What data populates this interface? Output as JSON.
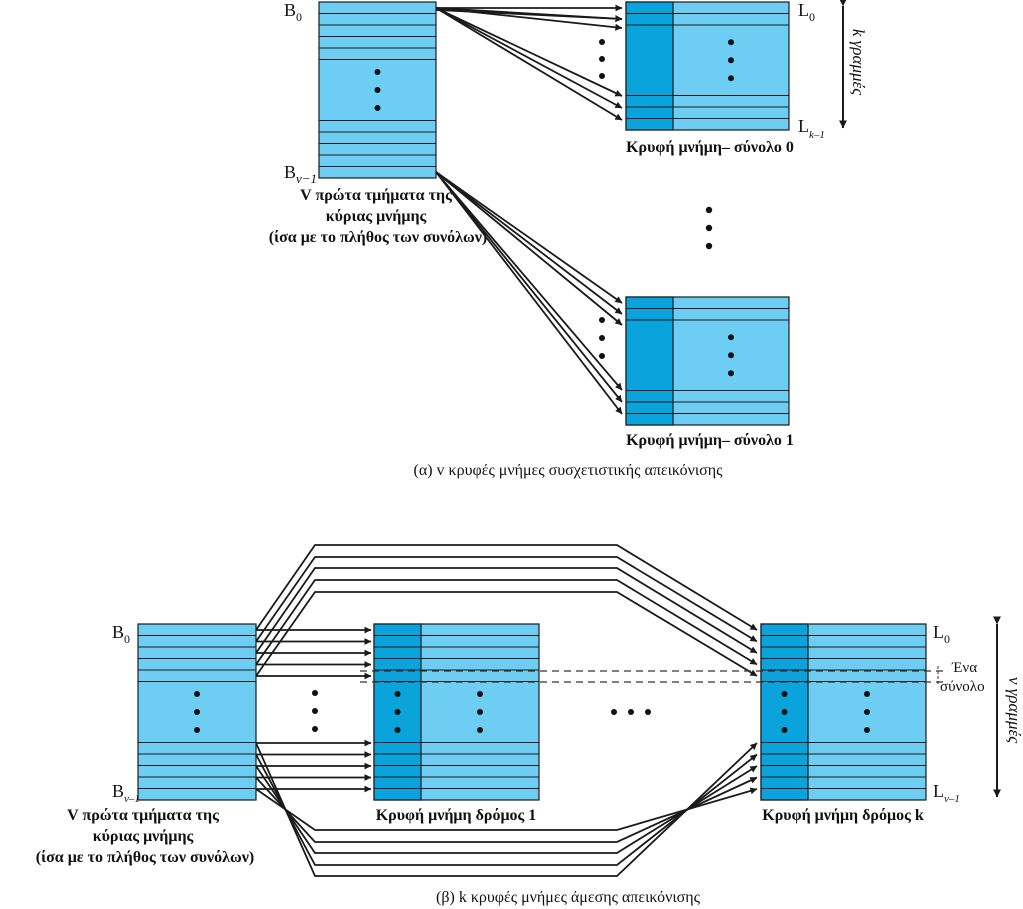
{
  "part_a": {
    "b0_label": "B",
    "b0_sub": "0",
    "bv_label": "B",
    "bv_sub": "v−1",
    "mem_caption": [
      "V πρώτα τμήματα της",
      "κύριας μνήμης",
      "(ίσα με το πλήθος των συνόλων)"
    ],
    "l0_label": "L",
    "l0_sub": "0",
    "lk_label": "L",
    "lk_sub": "k–1",
    "lines_label": "k γραμμές",
    "cache0_caption": "Κρυφή μνήμη– σύνολο 0",
    "cache1_caption": "Κρυφή μνήμη– σύνολο 1",
    "caption": "(α) v κρυφές μνήμες συσχετιστικής απεικόνισης"
  },
  "part_b": {
    "b0_label": "B",
    "b0_sub": "0",
    "bv_label": "B",
    "bv_sub": "v–1",
    "mem_caption": [
      "V πρώτα τμήματα της",
      "κύριας μνήμης",
      "(ίσα με το πλήθος των συνόλων)"
    ],
    "way1_caption": "Κρυφή μνήμη δρόμος 1",
    "wayk_caption": "Κρυφή μνήμη δρόμος k",
    "l0_label": "L",
    "l0_sub": "0",
    "lv_label": "L",
    "lv_sub": "v–1",
    "set_label": [
      "Ένα",
      "σύνολο"
    ],
    "lines_label": "v γραμμές",
    "caption": "(β) k κρυφές μνήμες άμεσης απεικόνισης"
  },
  "colors": {
    "light": "#6dcdf2",
    "dark": "#0aa3dc",
    "line": "#1a1a1a"
  }
}
